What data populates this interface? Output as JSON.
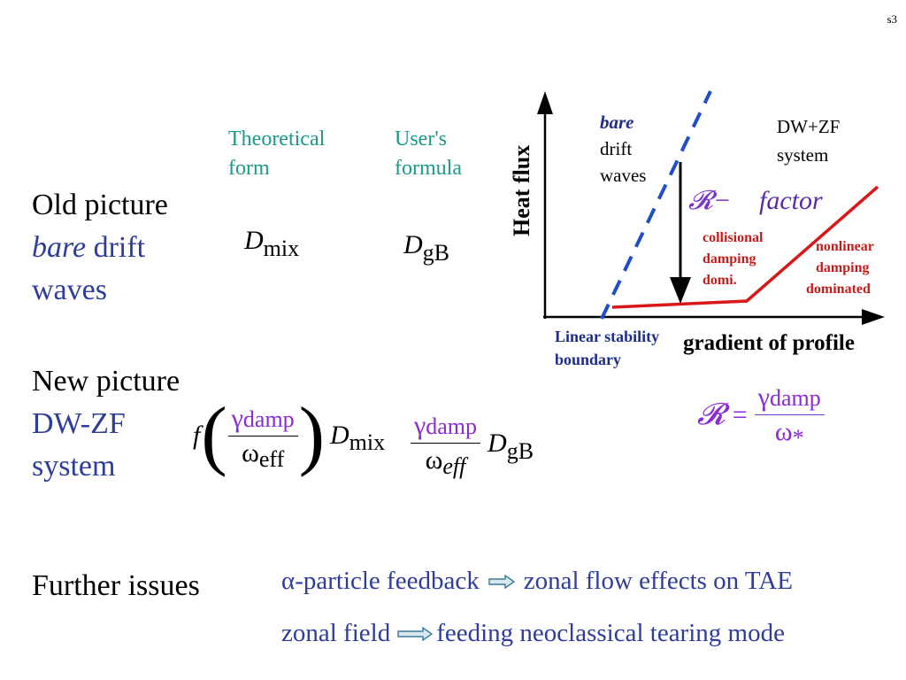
{
  "slide_number": "s3",
  "headers": {
    "theoretical": "Theoretical form",
    "user": "User's formula"
  },
  "old_picture": {
    "title": "Old picture",
    "sub_italic": "bare",
    "sub_rest": " drift",
    "sub_line2": "waves",
    "theory_symbol": "D",
    "theory_sub": "mix",
    "user_symbol": "D",
    "user_sub": "gB"
  },
  "new_picture": {
    "title": "New picture",
    "line2": "DW-ZF",
    "line3": "system",
    "f": "f",
    "gamma": "γ",
    "damp": "damp",
    "omega": "ω",
    "eff": "eff",
    "theory_symbol": "D",
    "theory_sub": "mix",
    "user_symbol": "D",
    "user_sub": "gB"
  },
  "r_factor_formula": {
    "R": "𝓡",
    "eq": "=",
    "gamma": "γ",
    "damp": "damp",
    "omega": "ω",
    "star": "*"
  },
  "diagram": {
    "y_axis": "Heat flux",
    "x_axis": "gradient of profile",
    "bare_italic": "bare",
    "bare_line2": "drift",
    "bare_line3": "waves",
    "dwzf_line1": "DW+ZF",
    "dwzf_line2": "system",
    "r_symbol": "𝓡−",
    "factor": "factor",
    "collisional": [
      "collisional",
      "damping",
      "domi."
    ],
    "nonlinear": [
      "nonlinear",
      "damping",
      "dominated"
    ],
    "linear": [
      "Linear stability",
      "boundary"
    ],
    "colors": {
      "blue": "#1f4fc8",
      "red": "#d81818",
      "purple": "#7a35c8"
    }
  },
  "further": {
    "title": "Further issues",
    "alpha": "α",
    "item1_left": "-particle feedback",
    "item1_right": "zonal flow effects on TAE",
    "item2_left": "zonal field",
    "item2_right": "feeding neoclassical tearing mode"
  }
}
